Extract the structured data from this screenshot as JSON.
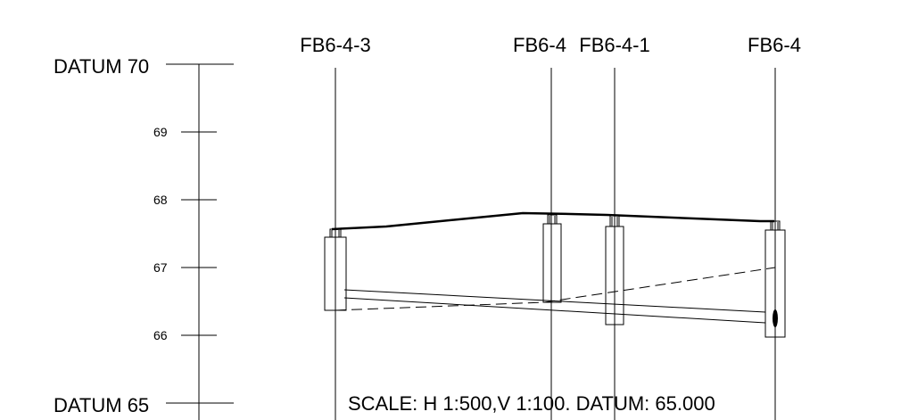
{
  "datum_top_label": "DATUM 70",
  "datum_bottom_label": "DATUM 65",
  "axis_ticks": [
    {
      "elevation": 69,
      "label": "69"
    },
    {
      "elevation": 68,
      "label": "68"
    },
    {
      "elevation": 67,
      "label": "67"
    },
    {
      "elevation": 66,
      "label": "66"
    }
  ],
  "elevation_range": [
    65,
    70
  ],
  "manholes": [
    {
      "id": "FB6-4-3",
      "label": "FB6-4-3"
    },
    {
      "id": "FB6-4",
      "label": "FB6-4"
    },
    {
      "id": "FB6-4-1",
      "label": "FB6-4-1"
    },
    {
      "id": "FB6-4-end",
      "label": "FB6-4"
    }
  ],
  "footer_text": "SCALE: H 1:500,V 1:100. DATUM: 65.000",
  "colors": {
    "line": "#000000",
    "background": "#ffffff"
  }
}
